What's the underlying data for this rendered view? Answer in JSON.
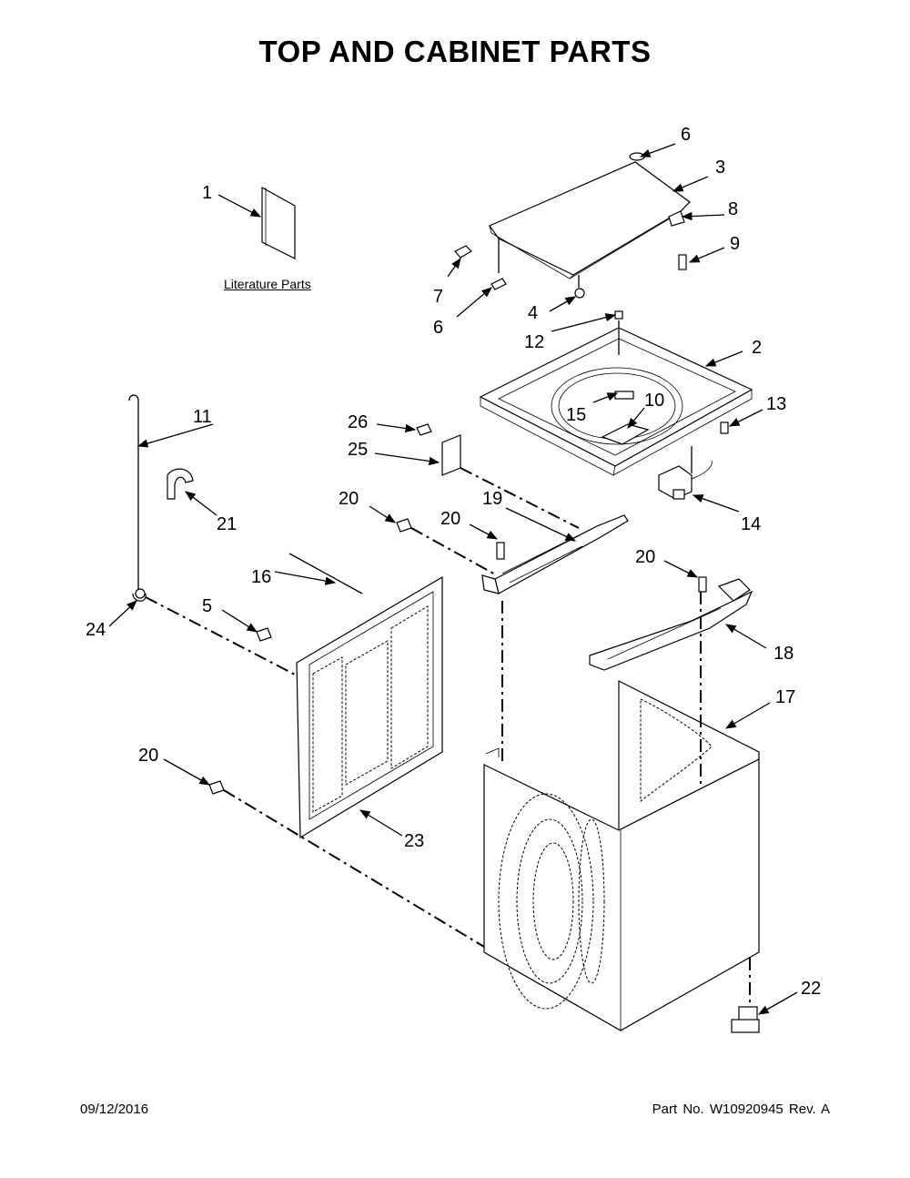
{
  "title": "TOP AND CABINET PARTS",
  "literature_label": "Literature Parts",
  "footer": {
    "date": "09/12/2016",
    "part_number": "Part No.  W10920945  Rev.  A"
  },
  "callouts": {
    "c1": "1",
    "c2": "2",
    "c3": "3",
    "c4": "4",
    "c5": "5",
    "c6a": "6",
    "c6b": "6",
    "c7": "7",
    "c8": "8",
    "c9": "9",
    "c10": "10",
    "c11": "11",
    "c12": "12",
    "c13": "13",
    "c14": "14",
    "c15": "15",
    "c16": "16",
    "c17": "17",
    "c18": "18",
    "c19": "19",
    "c20a": "20",
    "c20b": "20",
    "c20c": "20",
    "c20d": "20",
    "c21": "21",
    "c22": "22",
    "c23": "23",
    "c24": "24",
    "c25": "25",
    "c26": "26"
  }
}
